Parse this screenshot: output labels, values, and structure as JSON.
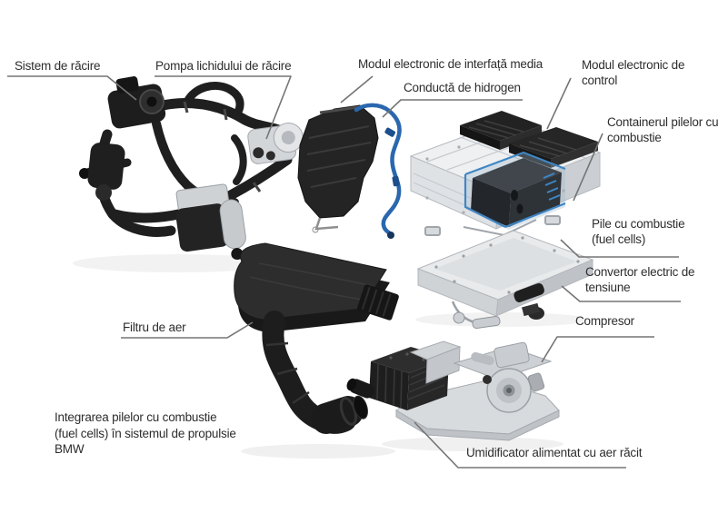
{
  "figure": {
    "caption": "Integrarea pilelor cu combustie (fuel cells) în sistemul de propulsie BMW",
    "labels": {
      "cooling_system": "Sistem de răcire",
      "coolant_pump": "Pompa lichidului de răcire",
      "media_interface_module": "Modul electronic de interfață media",
      "hydrogen_line": "Conductă de hidrogen",
      "control_module": "Modul electronic de control",
      "fuel_cell_container": "Containerul pilelor cu combustie",
      "fuel_cells": "Pile cu combustie (fuel cells)",
      "voltage_converter": "Convertor electric de tensiune",
      "compressor": "Compresor",
      "air_filter": "Filtru de aer",
      "humidifier": "Umidificator alimentat cu aer răcit"
    },
    "colors": {
      "background": "#ffffff",
      "label_text": "#2d2d2d",
      "leader_line": "#757575",
      "hydrogen_blue": "#2a67ae",
      "highlight_blue": "#3f86c4",
      "part_dark": "#222222",
      "part_silver": "#d6d9dc"
    }
  }
}
